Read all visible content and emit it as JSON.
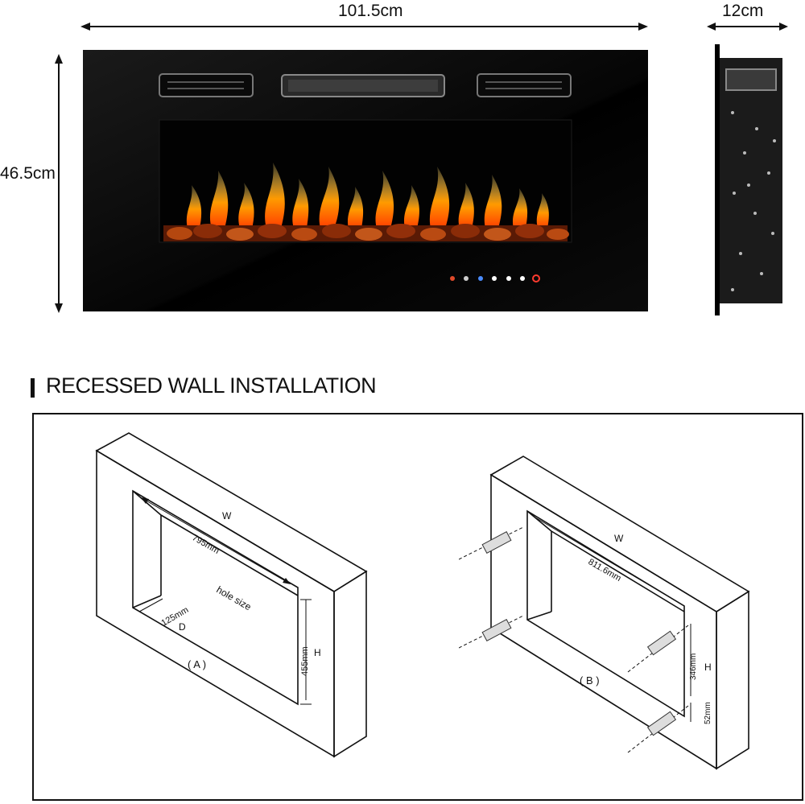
{
  "dimensions": {
    "width": "101.5cm",
    "height": "46.5cm",
    "depth": "12cm"
  },
  "section": {
    "title": "RECESSED WALL INSTALLATION"
  },
  "diagram_a": {
    "label": "( A )",
    "w": "W",
    "w_value": "795mm",
    "hole_size": "hole  size",
    "d_value": "125mm",
    "d": "D",
    "h_value": "455mm",
    "h": "H"
  },
  "diagram_b": {
    "label": "( B )",
    "w": "W",
    "w_value": "811.6mm",
    "h_value": "346mm",
    "h": "H",
    "bottom_value": "52mm"
  },
  "colors": {
    "panel": "#000000",
    "flame": "#ff8a00",
    "ember": "#c2410c",
    "line": "#111111"
  }
}
